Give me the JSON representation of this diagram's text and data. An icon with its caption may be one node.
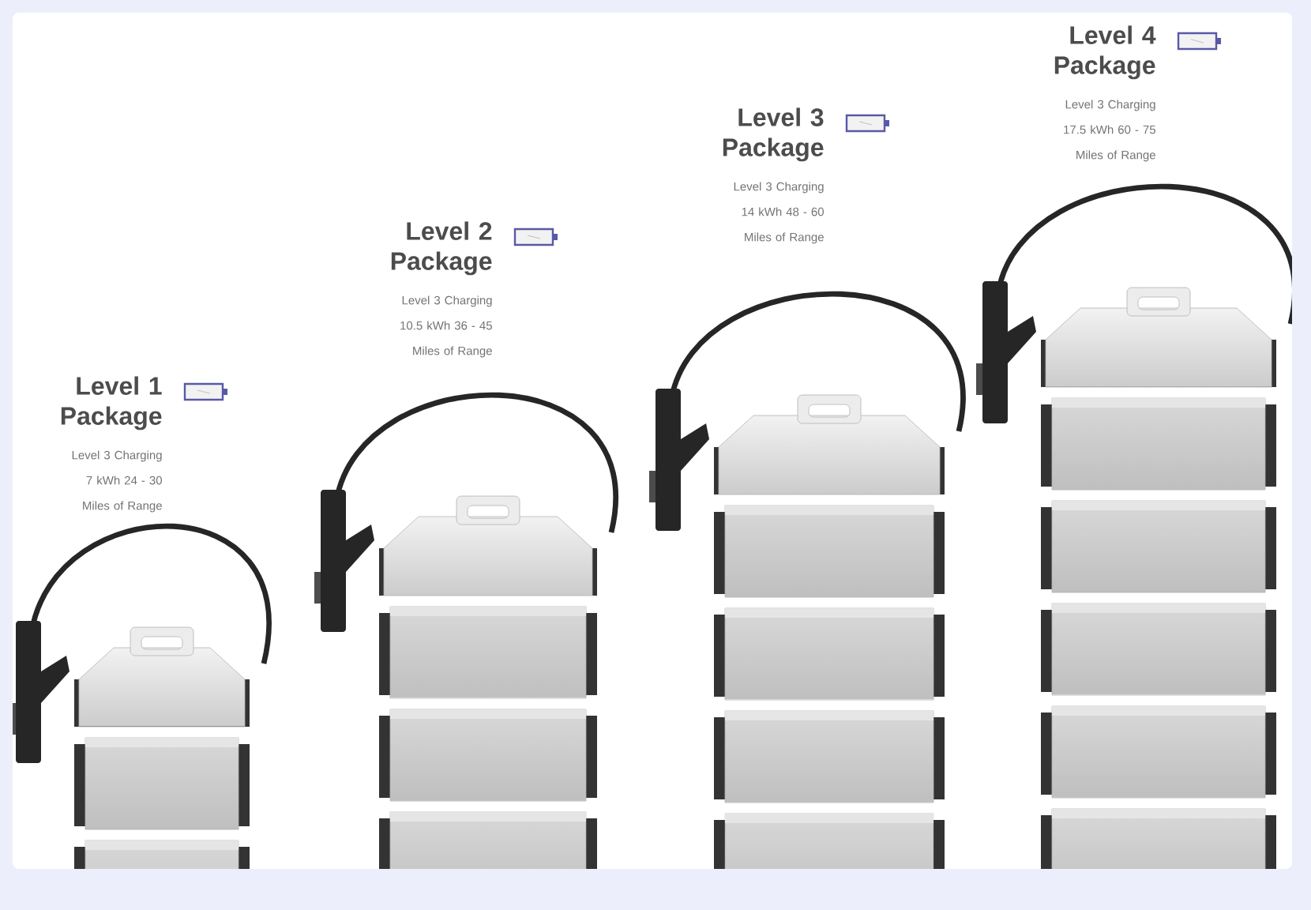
{
  "diagram": {
    "labels": [
      "Level 1 Package",
      "Level 3 Charging 7 kWh 24 - 30 Miles of Range",
      "Level 2 Package",
      "Level 3 Charging 10.5 kWh 36 - 45 Miles of Range",
      "Level 3 Package",
      "Level 3 Charging 14 kWh 48 - 60 Miles of Range",
      "Level 4 Package",
      "Level 3 Charging 17.5 kWh 60 - 75 Miles of Range"
    ]
  }
}
